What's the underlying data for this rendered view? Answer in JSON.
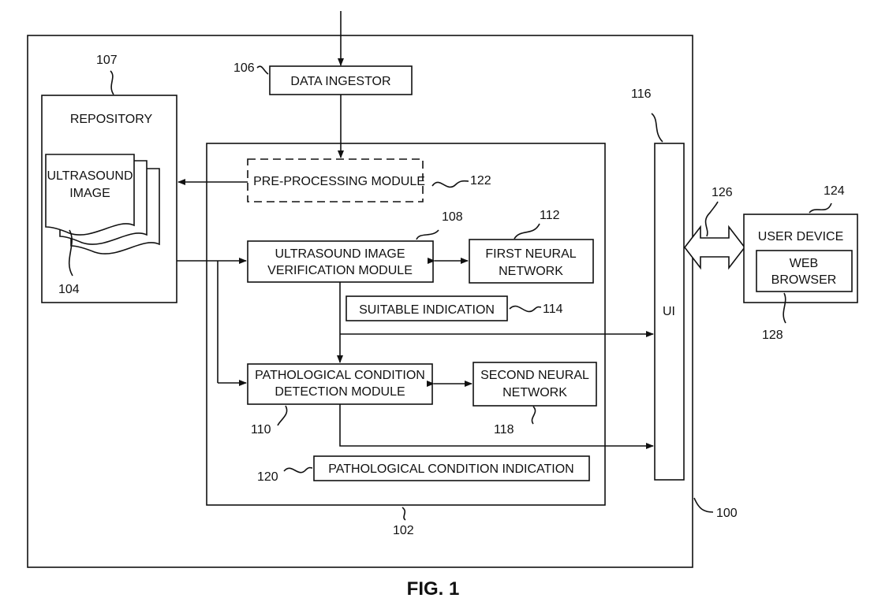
{
  "labels": {
    "data_ingestor": "DATA INGESTOR",
    "repository": "REPOSITORY",
    "ultrasound_image_line1": "ULTRASOUND",
    "ultrasound_image_line2": "IMAGE",
    "preprocessing": "PRE-PROCESSING MODULE",
    "verification_line1": "ULTRASOUND IMAGE",
    "verification_line2": "VERIFICATION MODULE",
    "first_nn_line1": "FIRST NEURAL",
    "first_nn_line2": "NETWORK",
    "suitable": "SUITABLE INDICATION",
    "detection_line1": "PATHOLOGICAL CONDITION",
    "detection_line2": "DETECTION MODULE",
    "second_nn_line1": "SECOND NEURAL",
    "second_nn_line2": "NETWORK",
    "pathological_indication": "PATHOLOGICAL CONDITION INDICATION",
    "ui": "UI",
    "user_device": "USER DEVICE",
    "web_browser_line1": "WEB",
    "web_browser_line2": "BROWSER",
    "figure": "FIG. 1"
  },
  "refs": {
    "system": "100",
    "engine": "102",
    "image": "104",
    "ingestor": "106",
    "repository": "107",
    "verification": "108",
    "detection": "110",
    "first_nn": "112",
    "suitable": "114",
    "ui": "116",
    "second_nn": "118",
    "pathological_indication": "120",
    "preprocessing": "122",
    "user_device": "124",
    "link": "126",
    "web_browser": "128"
  }
}
